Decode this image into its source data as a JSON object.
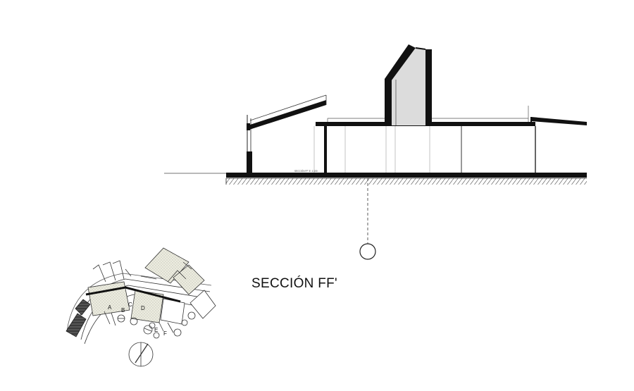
{
  "drawing": {
    "title": "SECCIÓN FF'",
    "tiny_note": "SECCIÓN FF' E: 1:100",
    "plan_labels": [
      "A",
      "B",
      "C",
      "D",
      "E",
      "F"
    ]
  },
  "colors": {
    "ink": "#111111",
    "line": "#222222",
    "light_line": "#999999",
    "gray_fill": "#dcdcdc",
    "plan_fill": "#eeeedd",
    "background": "#ffffff"
  }
}
